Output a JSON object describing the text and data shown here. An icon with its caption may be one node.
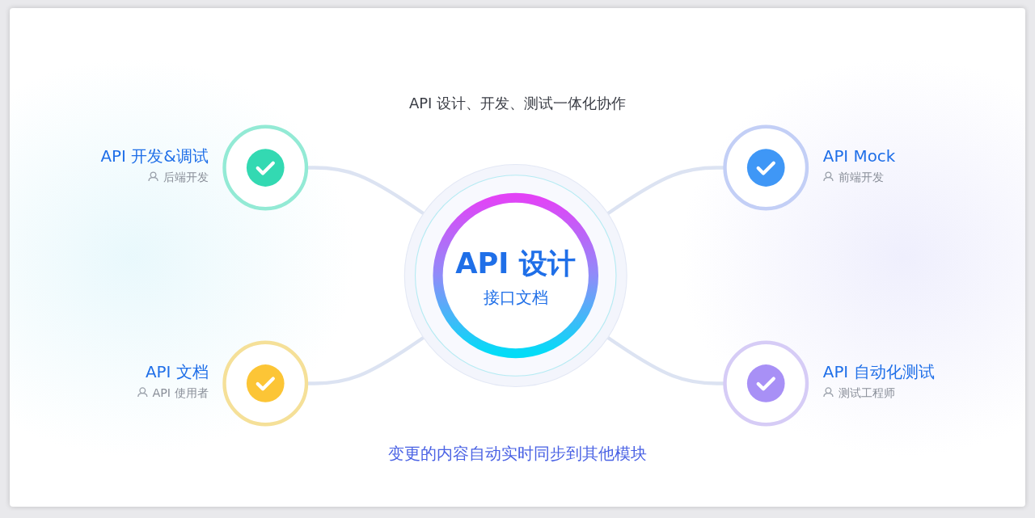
{
  "diagram": {
    "title": "API 设计、开发、测试一体化协作",
    "caption": "变更的内容自动实时同步到其他模块",
    "nodes": [
      {
        "text": [],
        "shape": "circle",
        "beside": [
          "API 开发&调试",
          "后端开发"
        ]
      },
      {
        "text": [],
        "shape": "circle",
        "beside": [
          "API Mock",
          "前端开发"
        ]
      },
      {
        "text": [
          "API 设计",
          "接口文档"
        ]
      },
      {
        "text": [],
        "shape": "circle",
        "beside": [
          "API 文档",
          "API 使用者"
        ]
      },
      {
        "text": [],
        "shape": "circle",
        "beside": [
          "API 自动化测试",
          "测试工程师"
        ]
      }
    ],
    "edges": [
      {
        "from": 0,
        "to": 2,
        "arrow": "none"
      },
      {
        "from": 3,
        "to": 2,
        "arrow": "none"
      },
      {
        "from": 2,
        "to": 1,
        "arrow": "none"
      },
      {
        "from": 2,
        "to": 4,
        "arrow": "none"
      }
    ]
  }
}
